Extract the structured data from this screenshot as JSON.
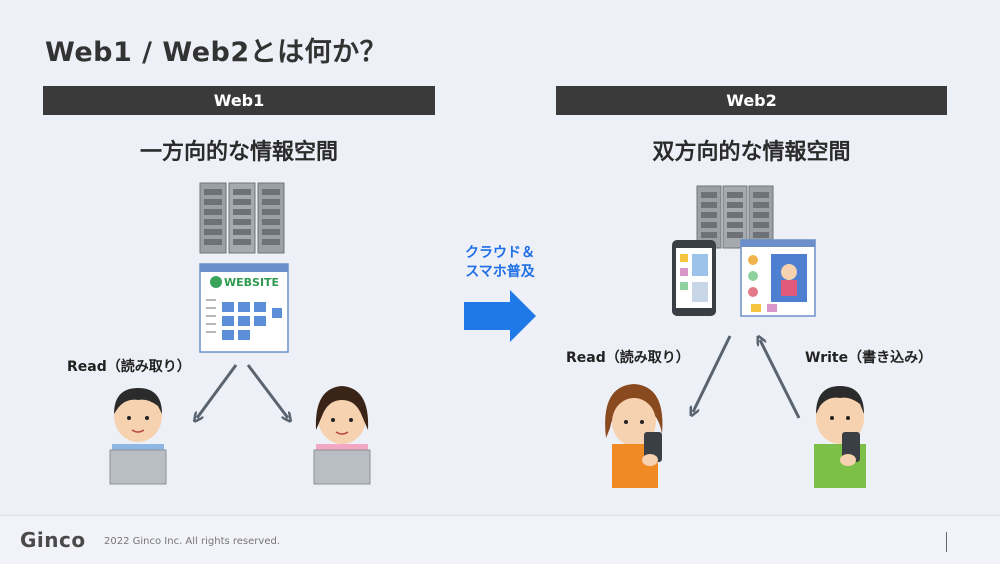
{
  "slide": {
    "title": "Web1 / Web2とは何か？",
    "web1": {
      "header": "Web1",
      "subtitle": "一方向的な情報空間",
      "read_label": "Read（読み取り）",
      "website_text": "WEBSITE"
    },
    "web2": {
      "header": "Web2",
      "subtitle": "双方向的な情報空間",
      "read_label": "Read（読み取り）",
      "write_label": "Write（書き込み）"
    },
    "transition": {
      "line1": "クラウド＆",
      "line2": "スマホ普及",
      "arrow_color": "#1f7ae8"
    }
  },
  "footer": {
    "logo": "Ginco",
    "copyright": "2022 Ginco Inc. All rights reserved."
  },
  "colors": {
    "header_bg": "#3a3a3a",
    "background": "#eef0f7",
    "arrow_gray": "#5a6470"
  }
}
